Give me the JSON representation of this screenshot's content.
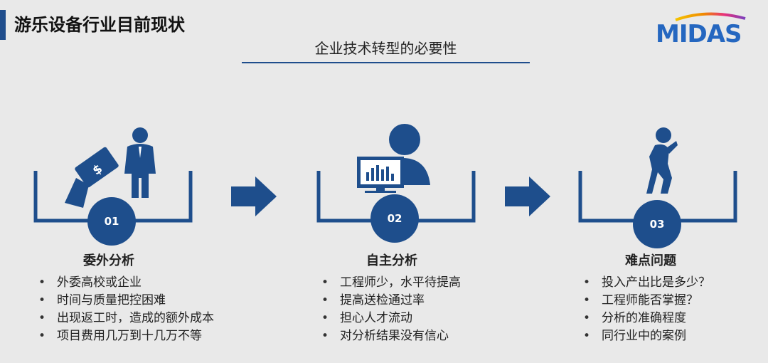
{
  "header": {
    "title": "游乐设备行业目前现状",
    "logo_text": "MIDAS"
  },
  "subtitle": "企业技术转型的必要性",
  "colors": {
    "accent": "#1e4e8c",
    "background": "#e9e9e9"
  },
  "panels": [
    {
      "number": "01",
      "heading": "委外分析",
      "icon": "businessman-money-icon",
      "items": [
        "外委高校或企业",
        "时间与质量把控困难",
        "出现返工时，造成的额外成本",
        "项目费用几万到十几万不等"
      ]
    },
    {
      "number": "02",
      "heading": "自主分析",
      "icon": "person-computer-icon",
      "items": [
        "工程师少，水平待提高",
        "提高送检通过率",
        "担心人才流动",
        "对分析结果没有信心"
      ]
    },
    {
      "number": "03",
      "heading": "难点问题",
      "icon": "thinking-person-icon",
      "items": [
        "投入产出比是多少？",
        "工程师能否掌握？",
        "分析的准确程度",
        "同行业中的案例"
      ]
    }
  ]
}
